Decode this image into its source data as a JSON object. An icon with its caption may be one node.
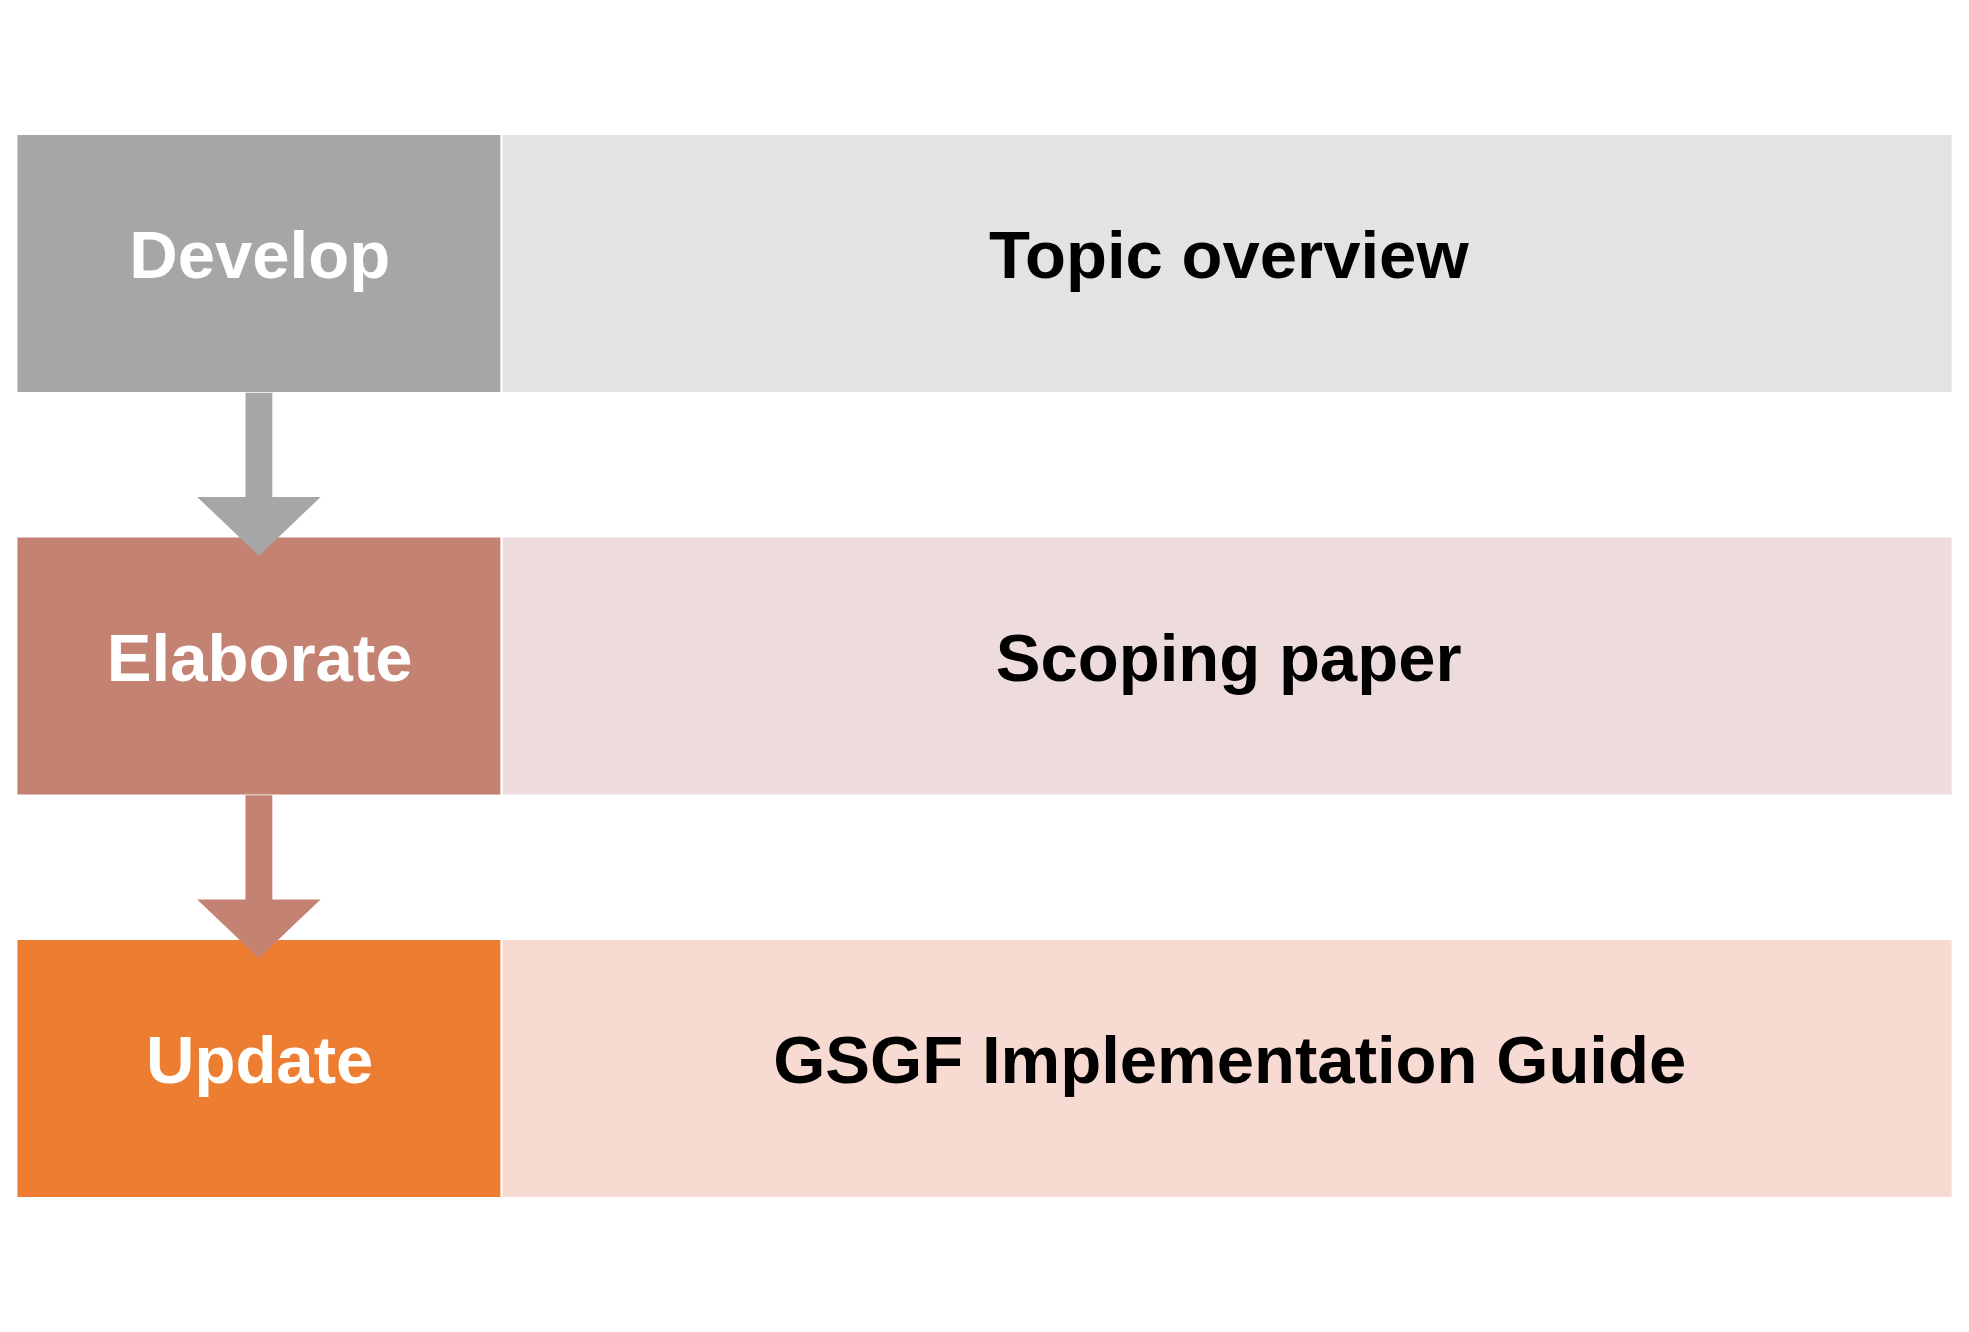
{
  "diagram": {
    "nodes": [
      {
        "text": [
          "Develop"
        ]
      },
      {
        "text": [
          "Topic overview"
        ]
      },
      {
        "text": [
          "Elaborate"
        ]
      },
      {
        "text": [
          "Scoping paper"
        ]
      },
      {
        "text": [
          "Update"
        ]
      },
      {
        "text": [
          "GSGF Implementation Guide"
        ]
      }
    ],
    "edges": [
      {
        "from": 0,
        "to": 2,
        "arrow": "to",
        "color": "#a6a6a6"
      },
      {
        "from": 2,
        "to": 4,
        "arrow": "to",
        "color": "#c48272"
      }
    ]
  }
}
